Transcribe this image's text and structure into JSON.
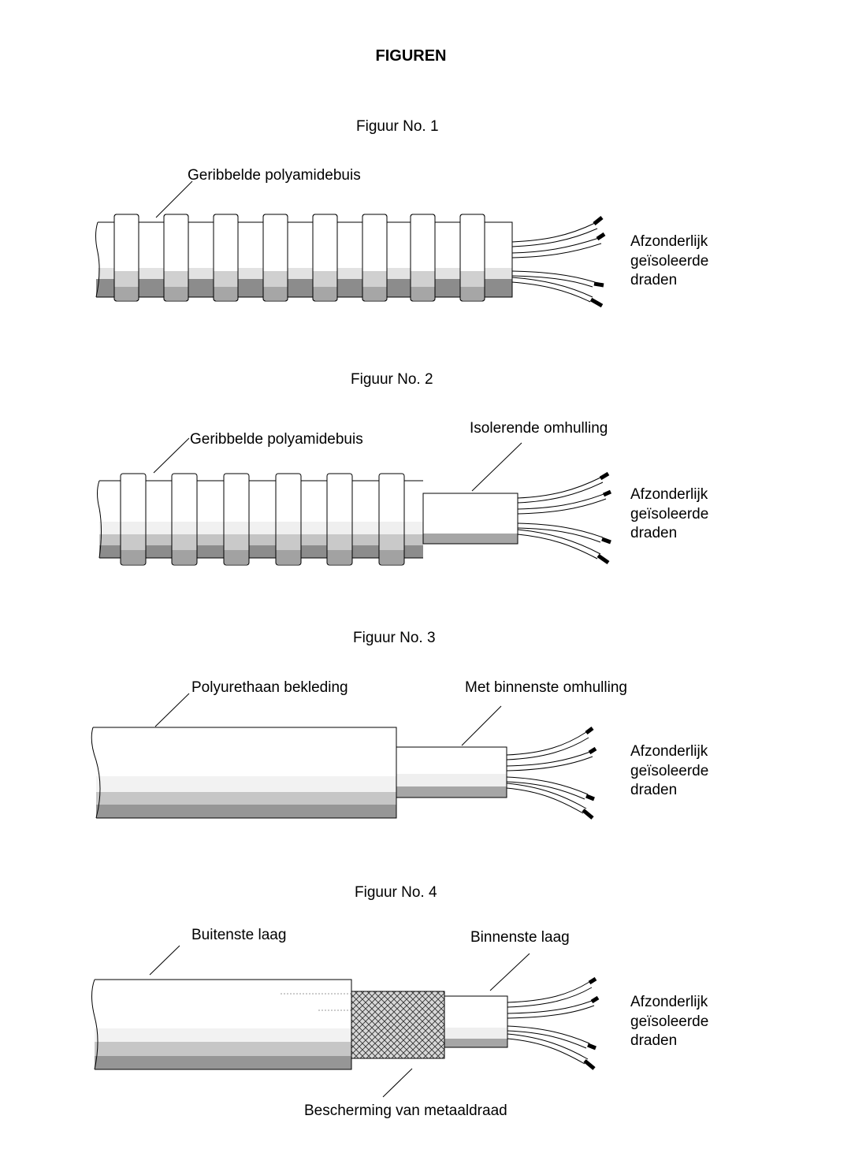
{
  "title": "FIGUREN",
  "wires_label_lines": [
    "Afzonderlijk",
    "geïsoleerde",
    "draden"
  ],
  "figures": [
    {
      "caption": "Figuur No. 1",
      "labels": {
        "tube": "Geribbelde polyamidebuis"
      }
    },
    {
      "caption": "Figuur No. 2",
      "labels": {
        "tube": "Geribbelde polyamidebuis",
        "sheath": "Isolerende omhulling"
      }
    },
    {
      "caption": "Figuur No. 3",
      "labels": {
        "coating": "Polyurethaan bekleding",
        "inner": "Met binnenste omhulling"
      }
    },
    {
      "caption": "Figuur No. 4",
      "labels": {
        "outer": "Buitenste laag",
        "inner": "Binnenste laag",
        "shield": "Bescherming van metaaldraad"
      }
    }
  ]
}
